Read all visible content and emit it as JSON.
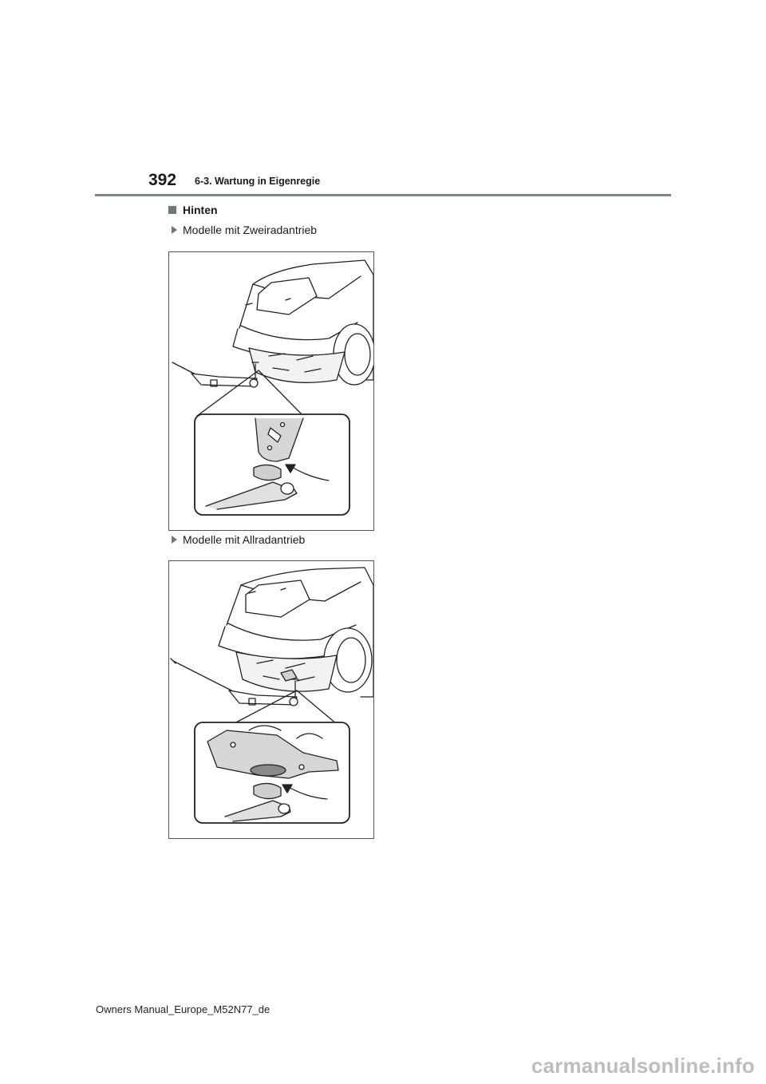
{
  "header": {
    "page_number": "392",
    "section": "6-3. Wartung in Eigenregie"
  },
  "content": {
    "heading": "Hinten",
    "items": [
      {
        "label": "Modelle mit Zweiradantrieb"
      },
      {
        "label": "Modelle mit Allradantrieb"
      }
    ]
  },
  "footer": {
    "text": "Owners Manual_Europe_M52N77_de"
  },
  "watermark": {
    "text": "carmanualsonline.info"
  }
}
